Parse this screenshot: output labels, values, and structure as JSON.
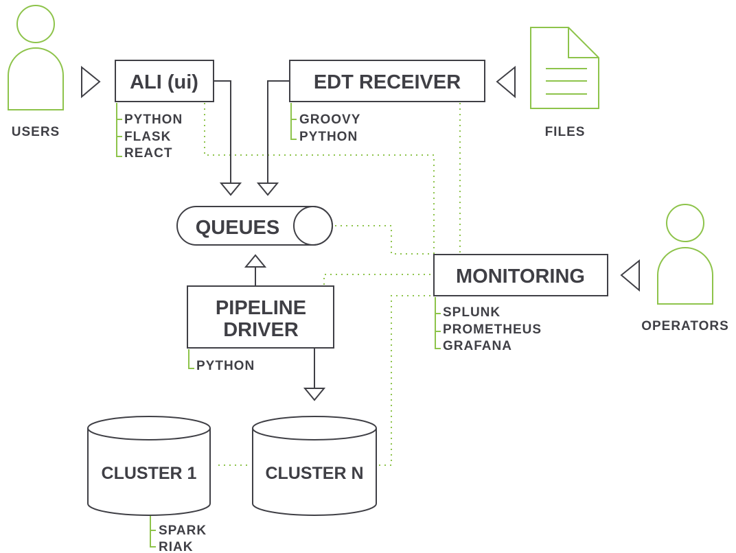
{
  "actors": {
    "users": "USERS",
    "files": "FILES",
    "operators": "OPERATORS"
  },
  "boxes": {
    "ali": "ALI (ui)",
    "edt_receiver": "EDT RECEIVER",
    "queues": "QUEUES",
    "pipeline_driver_line1": "PIPELINE",
    "pipeline_driver_line2": "DRIVER",
    "monitoring": "MONITORING",
    "cluster_1": "CLUSTER 1",
    "cluster_n": "CLUSTER N"
  },
  "tech": {
    "ali": [
      "PYTHON",
      "FLASK",
      "REACT"
    ],
    "edt_receiver": [
      "GROOVY",
      "PYTHON"
    ],
    "pipeline_driver": [
      "PYTHON"
    ],
    "monitoring": [
      "SPLUNK",
      "PROMETHEUS",
      "GRAFANA"
    ],
    "clusters": [
      "SPARK",
      "RIAK"
    ]
  },
  "colors": {
    "dark": "#3f3f45",
    "accent": "#8dc34a"
  }
}
